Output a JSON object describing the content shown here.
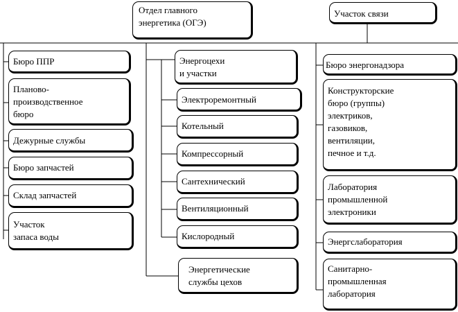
{
  "diagram": {
    "head": "Отдел главного\nэнергетика (ОГЭ)",
    "comm": "Участок связи",
    "left": [
      "Бюро ППР",
      "Планово-\nпроизводственное\nбюро",
      "Дежурные службы",
      "Бюро запчастей",
      "Склад запчастей",
      "Участок\nзапаса воды"
    ],
    "middle": [
      "Энергоцехи\nи участки",
      "Электроремонтный",
      "Котельный",
      "Компрессорный",
      "Сантехнический",
      "Вентиляционный",
      "Кислородный",
      "Энергетические\nслужбы цехов"
    ],
    "right": [
      "Бюро энергонадзора",
      "Конструкторские\nбюро (группы)\n   электриков,\n   газовиков,\n   вентиляции,\n   печное и т.д.",
      "Лаборатория\nпромышленной\nэлектроники",
      "Энергслаборатория",
      "Санитарно-\nпромышленная\nлаборатория"
    ]
  }
}
